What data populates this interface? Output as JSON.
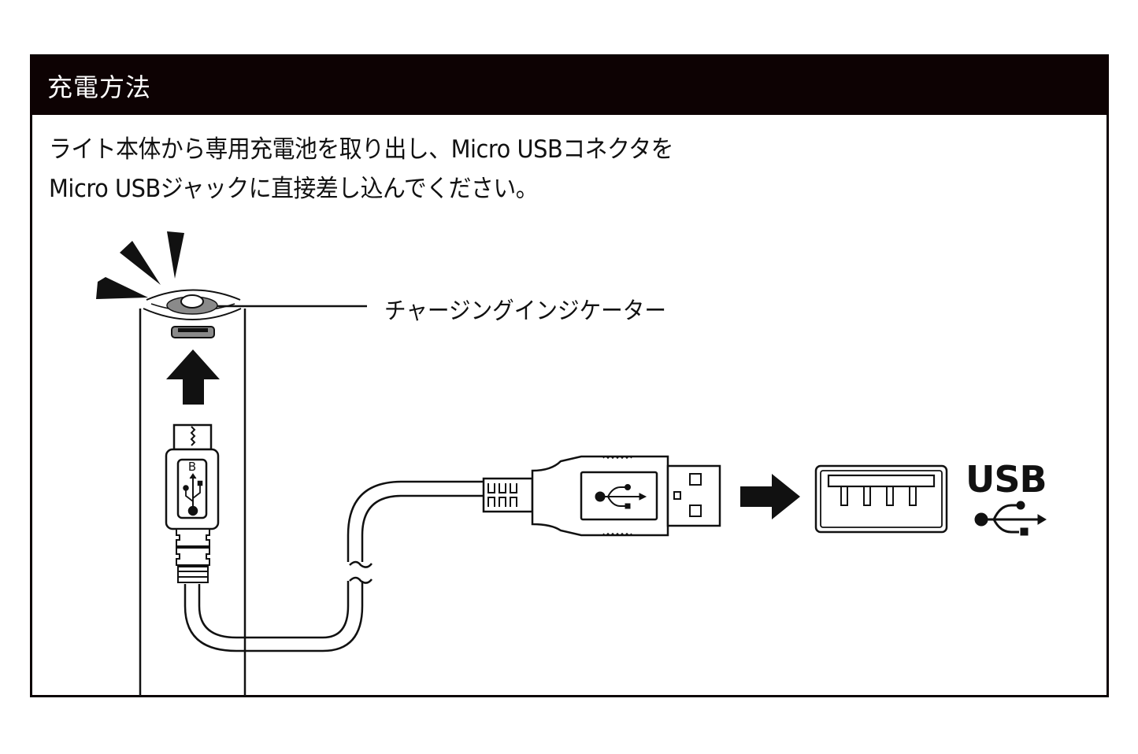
{
  "header": {
    "title": "充電方法"
  },
  "instructions": {
    "line1": "ライト本体から専用充電池を取り出し、Micro USBコネクタを",
    "line2": "Micro USBジャックに直接差し込んでください。"
  },
  "diagram": {
    "indicator_label": "チャージングインジケーター",
    "usb_label": "USB",
    "micro_usb_type_label": "B",
    "icons": [
      "light-burst-icon",
      "up-arrow-icon",
      "micro-usb-connector-icon",
      "usb-trident-icon",
      "usb-a-plug-icon",
      "right-arrow-icon",
      "usb-a-port-icon",
      "cable-break-icon"
    ]
  },
  "colors": {
    "header_bg": "#0d0203",
    "header_text": "#ffffff",
    "ink": "#111111",
    "indicator_gray": "#8a8a8a"
  }
}
